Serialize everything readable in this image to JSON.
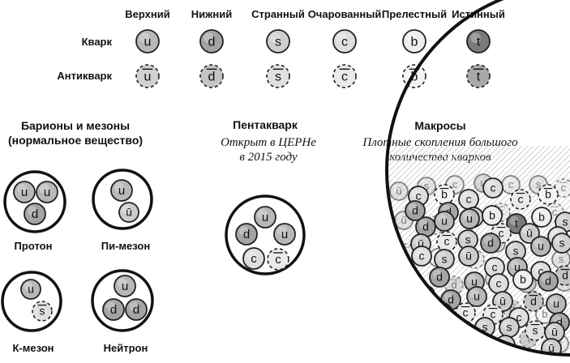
{
  "flavors": [
    {
      "name": "Верхний",
      "quark": "u",
      "color": "#b8b8b8"
    },
    {
      "name": "Нижний",
      "quark": "d",
      "color": "#a4a4a4"
    },
    {
      "name": "Странный",
      "quark": "s",
      "color": "#cfcfcf"
    },
    {
      "name": "Очарованный",
      "quark": "c",
      "color": "#dedede"
    },
    {
      "name": "Прелестный",
      "quark": "b",
      "color": "#eeeeee"
    },
    {
      "name": "Истинный",
      "quark": "t",
      "color": "#7a7a7a"
    }
  ],
  "rows": {
    "quark": "Кварк",
    "antiquark": "Антикварк"
  },
  "baryons": {
    "title": "Барионы и мезоны",
    "subtitle": "(нормальное вещество)",
    "proton": {
      "label": "Протон",
      "quarks": [
        "u",
        "u",
        "d"
      ]
    },
    "pion": {
      "label": "Пи-мезон",
      "quarks": [
        "u",
        "ū"
      ]
    },
    "kaon": {
      "label": "К-мезон",
      "quarks": [
        "u",
        "s̄"
      ]
    },
    "neutron": {
      "label": "Нейтрон",
      "quarks": [
        "u",
        "d",
        "d"
      ]
    }
  },
  "pentaquark": {
    "title": "Пентакварк",
    "line1": "Открыт в ЦЕРНе",
    "line2": "в 2015 году",
    "quarks": [
      "u",
      "d",
      "u",
      "c",
      "c̄"
    ]
  },
  "macro": {
    "title": "Макросы",
    "line1": "Плотные скопления большого",
    "line2": "количества кварков"
  }
}
